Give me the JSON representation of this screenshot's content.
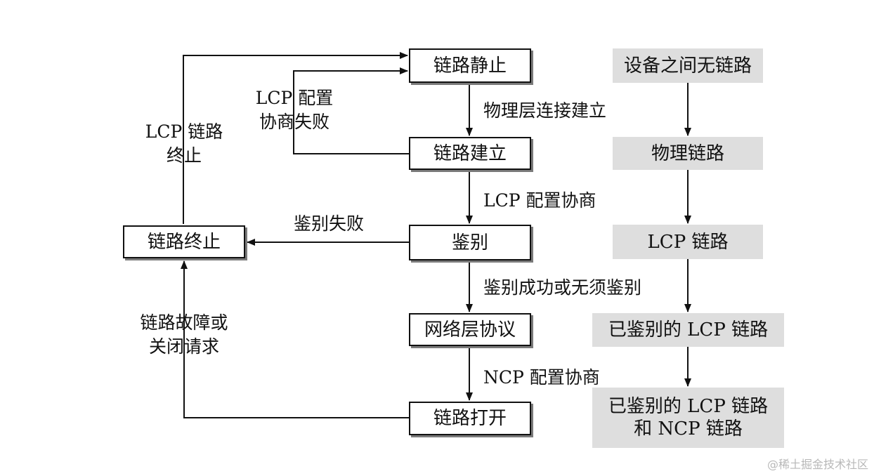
{
  "states": {
    "dead": "链路静止",
    "establish": "链路建立",
    "authenticate": "鉴别",
    "network": "网络层协议",
    "open": "链路打开",
    "terminate": "链路终止"
  },
  "edge_labels": {
    "physical_up": "物理层连接建立",
    "lcp_negotiate": "LCP 配置协商",
    "auth_success": "鉴别成功或无须鉴别",
    "ncp_negotiate": "NCP 配置协商",
    "auth_fail": "鉴别失败",
    "lcp_fail_line1": "LCP 配置",
    "lcp_fail_line2": "协商失败",
    "lcp_terminate_line1": "LCP 链路",
    "lcp_terminate_line2": "终止",
    "failure_line1": "链路故障或",
    "failure_line2": "关闭请求"
  },
  "phases": {
    "no_link": "设备之间无链路",
    "physical_link": "物理链路",
    "lcp_link": "LCP 链路",
    "auth_lcp_link": "已鉴别的 LCP 链路",
    "auth_lcp_ncp_line1": "已鉴别的 LCP 链路",
    "auth_lcp_ncp_line2": "和 NCP 链路"
  },
  "watermark": "@稀土掘金技术社区"
}
